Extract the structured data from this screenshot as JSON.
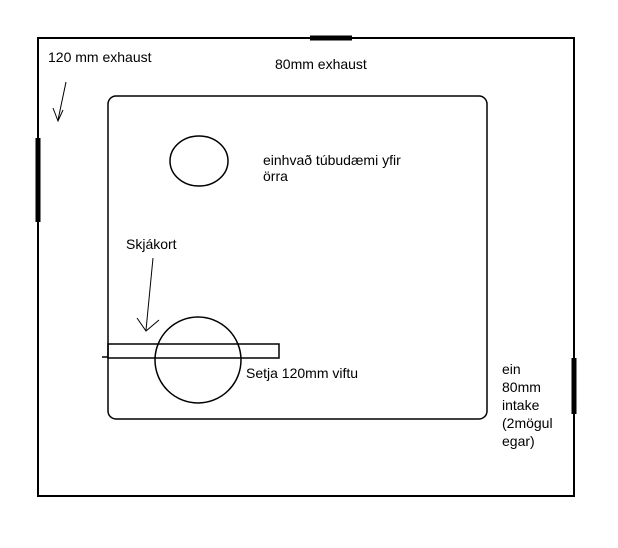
{
  "labels": {
    "exhaust_120": "120 mm exhaust",
    "exhaust_80": "80mm exhaust",
    "tube_line1": "einhvað túbudæmi yfir",
    "tube_line2": "örra",
    "gpu": "Skjákort",
    "fan_120": "Setja 120mm viftu",
    "intake_lines": [
      "ein",
      "80mm",
      "intake",
      "(2mögul",
      "egar)"
    ]
  },
  "colors": {
    "stroke": "#000000",
    "background": "#ffffff"
  }
}
